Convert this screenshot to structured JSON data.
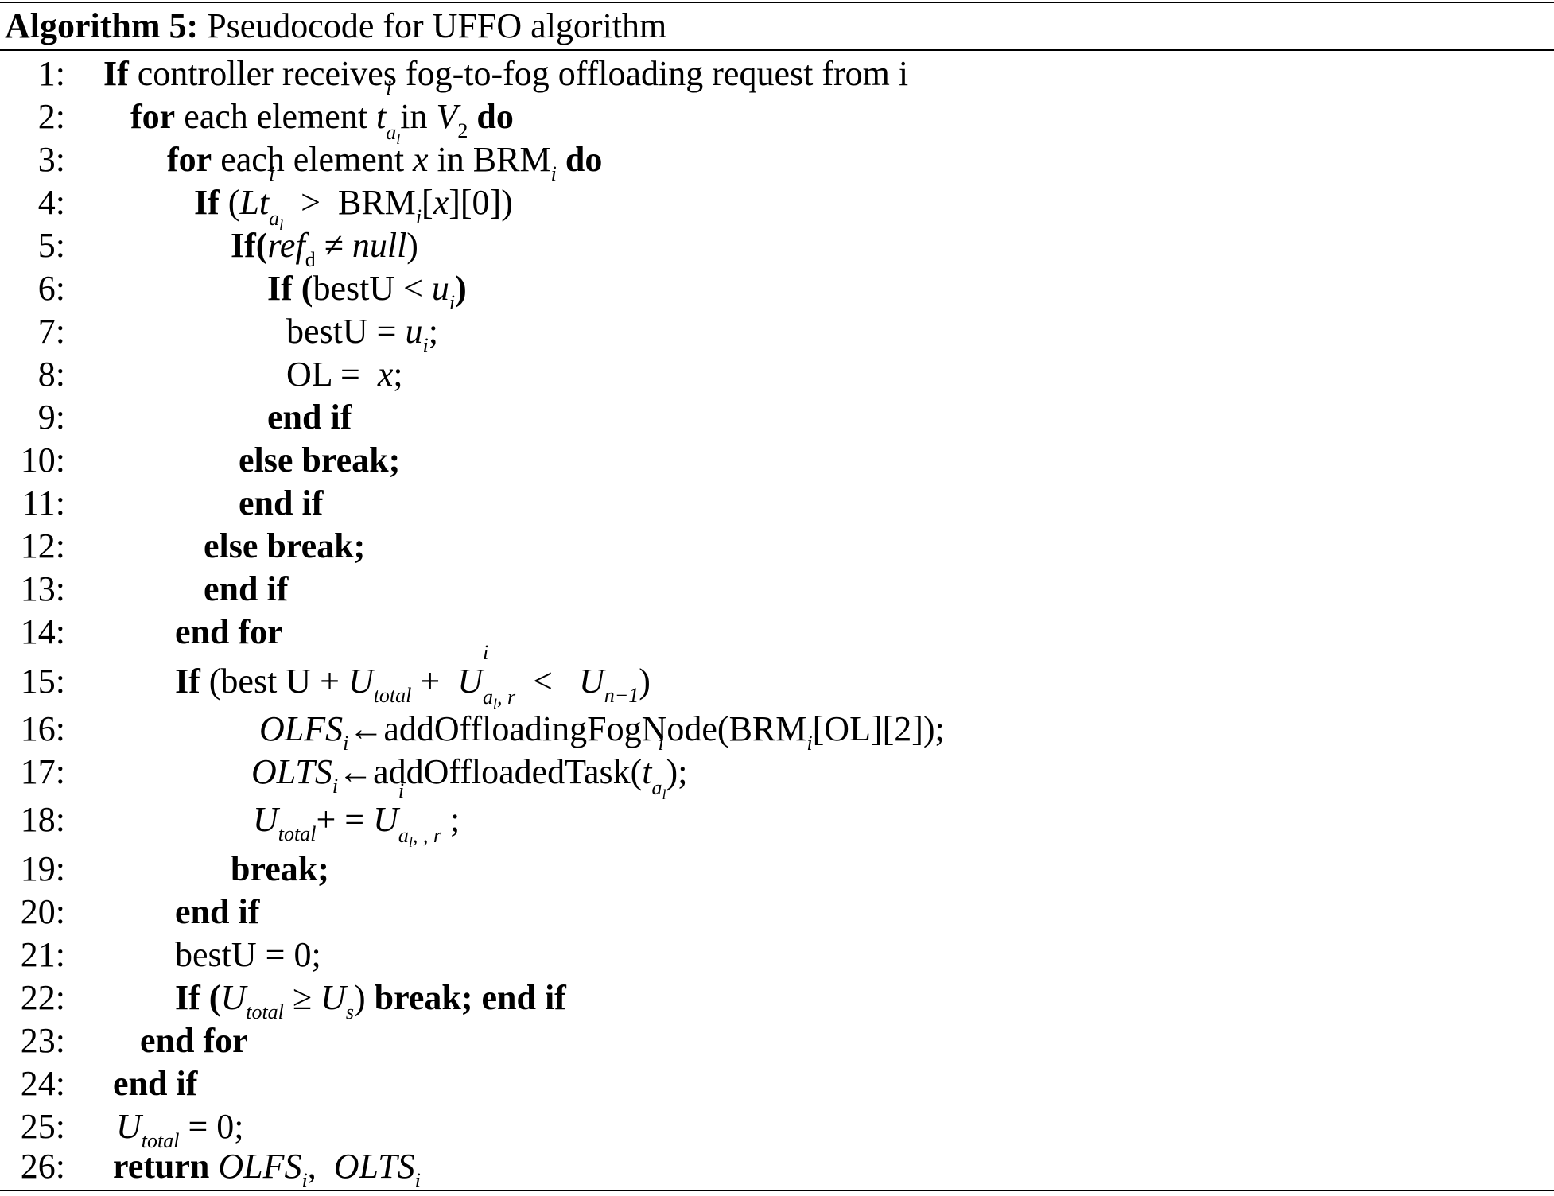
{
  "caption": {
    "label": "Algorithm 5:",
    "title": "Pseudocode for UFFO algorithm"
  },
  "lines": [
    {
      "n": "1:"
    },
    {
      "n": "2:"
    },
    {
      "n": "3:"
    },
    {
      "n": "4:"
    },
    {
      "n": "5:"
    },
    {
      "n": "6:"
    },
    {
      "n": "7:"
    },
    {
      "n": "8:"
    },
    {
      "n": "9:"
    },
    {
      "n": "10:"
    },
    {
      "n": "11:"
    },
    {
      "n": "12:"
    },
    {
      "n": "13:"
    },
    {
      "n": "14:"
    },
    {
      "n": "15:"
    },
    {
      "n": "16:"
    },
    {
      "n": "17:"
    },
    {
      "n": "18:"
    },
    {
      "n": "19:"
    },
    {
      "n": "20:"
    },
    {
      "n": "21:"
    },
    {
      "n": "22:"
    },
    {
      "n": "23:"
    },
    {
      "n": "24:"
    },
    {
      "n": "25:"
    },
    {
      "n": "26:"
    }
  ],
  "code": {
    "l1": {
      "kw": "If",
      "text": " controller receives fog-to-fog offloading request from i"
    },
    "l2": {
      "kw": "for",
      "t1": " each element ",
      "var": "t",
      "sup": "i",
      "sub": "a",
      "subsub": "l",
      "t2": "in ",
      "V": "V",
      "Vsub": "2",
      "kw2": " do"
    },
    "l3": {
      "kw": "for",
      "t1": " each element ",
      "x": "x",
      "t2": " in BRM",
      "sub": "i",
      "kw2": " do"
    },
    "l4": {
      "kw": "If",
      "t1": " (",
      "Lt": "Lt",
      "sup": "i",
      "sub": "a",
      "subsub": "l",
      "op": "  >  ",
      "brm": "BRM",
      "bsub": "i",
      "t2": "[",
      "x": "x",
      "t3": "][0])"
    },
    "l5": {
      "kw": "If(",
      "ref": "ref",
      "sub": "d",
      "op": " ≠ ",
      "nul": "null",
      "t1": ")"
    },
    "l6": {
      "kw": "If (",
      "t1": "bestU < ",
      "u": "u",
      "sub": "i",
      "kw2": ")"
    },
    "l7": {
      "t1": "bestU = ",
      "u": "u",
      "sub": "i",
      "t2": ";"
    },
    "l8": {
      "t1": "OL =  ",
      "x": "x",
      "t2": ";"
    },
    "l9": {
      "kw": "end if"
    },
    "l10": {
      "kw": "else break;"
    },
    "l11": {
      "kw": "end if"
    },
    "l12": {
      "kw": "else break;"
    },
    "l13": {
      "kw": "end if"
    },
    "l14": {
      "kw": "end for"
    },
    "l15": {
      "kw": "If",
      "t1": " (best U + ",
      "U": "U",
      "tot": "total",
      "t2": " +  ",
      "U2": "U",
      "sup": "i",
      "sub": "a",
      "subsub": "l",
      "sub2": ", r",
      "t3": "  <   ",
      "U3": "U",
      "sub3": "n−1",
      "t4": ")"
    },
    "l16": {
      "v": "OLFS",
      "sub": "i",
      "t1": "←addOffloadingFogNode(BRM",
      "sub2": "i",
      "t2": "[OL][2]);"
    },
    "l17": {
      "v": "OLTS",
      "sub": "i",
      "t1": "←addOffloadedTask(",
      "t": "t",
      "sub2": "a",
      "subsub": "l",
      "sup": "i",
      "t2": ");"
    },
    "l18": {
      "U": "U",
      "tot": "total",
      "t1": "+ = ",
      "U2": "U",
      "sup": "i",
      "sub": "a",
      "subsub": "l",
      "sub2": ", , r",
      "t2": " ;"
    },
    "l19": {
      "kw": "break;"
    },
    "l20": {
      "kw": "end if"
    },
    "l21": {
      "t1": "bestU = 0;"
    },
    "l22": {
      "kw": "If (",
      "U": "U",
      "tot": "total",
      "t1": " ≥ ",
      "U2": "U",
      "sub": "s",
      "t2": ")",
      "kw2": " break; end if"
    },
    "l23": {
      "kw": "end for"
    },
    "l24": {
      "kw": "end if"
    },
    "l25": {
      "U": "U",
      "tot": "total",
      "t1": " = 0;"
    },
    "l26": {
      "kw": "return",
      "v1": "OLFS",
      "sub1": "i",
      "t1": ",  ",
      "v2": "OLTS",
      "sub2": "i"
    }
  }
}
